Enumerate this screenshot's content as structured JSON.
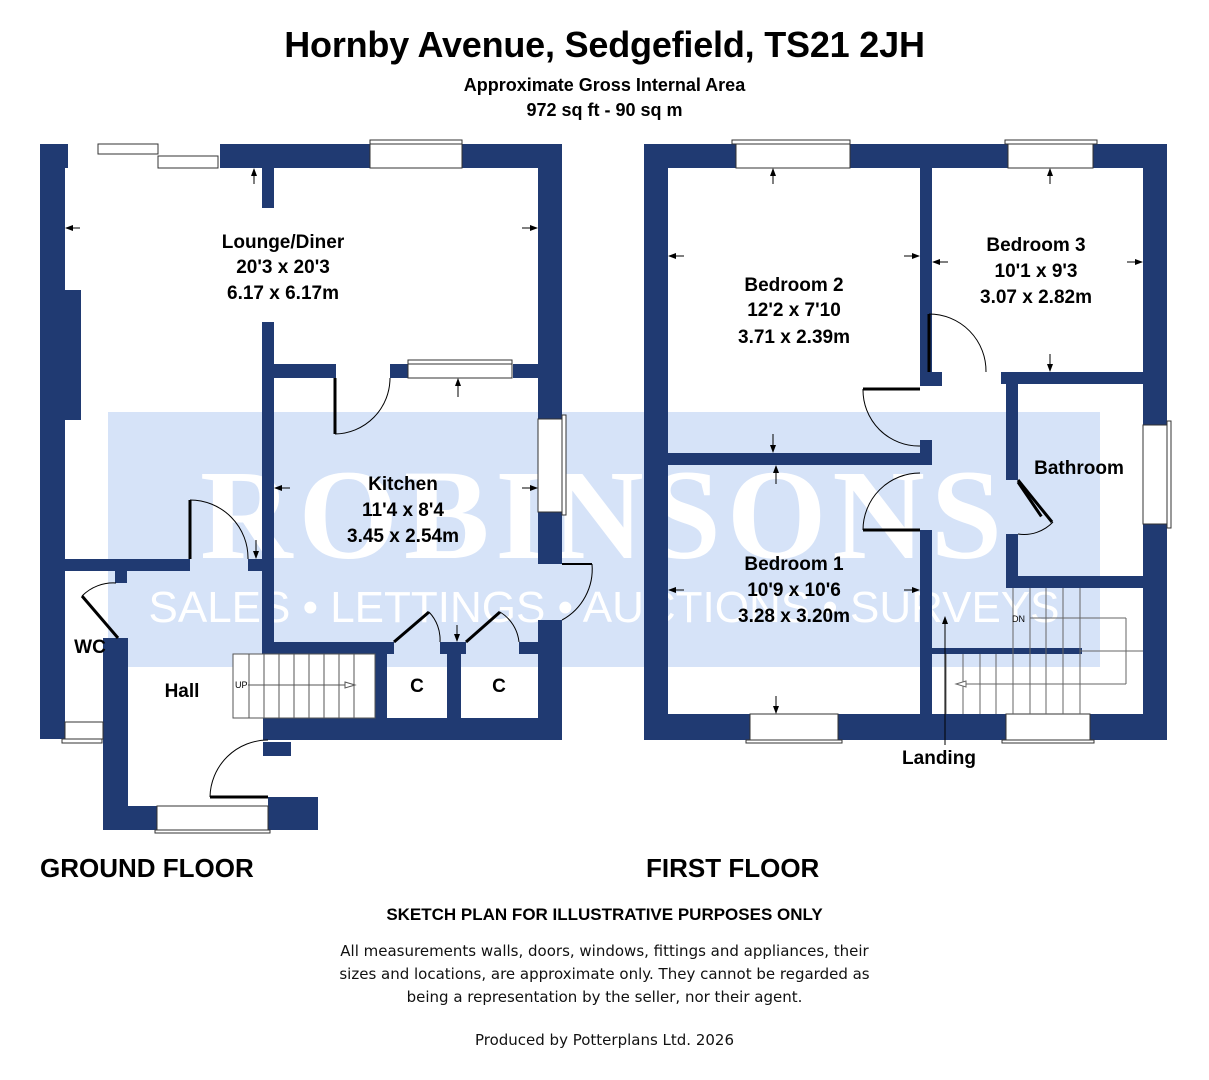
{
  "header": {
    "title": "Hornby Avenue, Sedgefield, TS21 2JH",
    "area_label": "Approximate Gross Internal Area",
    "area_value": "972 sq ft - 90 sq m"
  },
  "colors": {
    "wall": "#203a72",
    "watermark_band": "#d6e3f8",
    "watermark_text": "#ffffff",
    "background": "#ffffff"
  },
  "watermark": {
    "brand": "ROBINSONS",
    "tagline": "SALES • LETTINGS • AUCTIONS • SURVEYS"
  },
  "ground_floor": {
    "label": "GROUND FLOOR",
    "rooms": [
      {
        "name": "Lounge/Diner",
        "imperial": "20'3 x 20'3",
        "metric": "6.17 x 6.17m"
      },
      {
        "name": "Kitchen",
        "imperial": "11'4 x 8'4",
        "metric": "3.45 x 2.54m"
      },
      {
        "name": "WC"
      },
      {
        "name": "Hall"
      },
      {
        "name": "C"
      },
      {
        "name": "C"
      }
    ],
    "stairs_label": "UP"
  },
  "first_floor": {
    "label": "FIRST FLOOR",
    "rooms": [
      {
        "name": "Bedroom 2",
        "imperial": "12'2 x 7'10",
        "metric": "3.71 x 2.39m"
      },
      {
        "name": "Bedroom 3",
        "imperial": "10'1 x 9'3",
        "metric": "3.07 x 2.82m"
      },
      {
        "name": "Bathroom"
      },
      {
        "name": "Bedroom 1",
        "imperial": "10'9 x 10'6",
        "metric": "3.28 x 3.20m"
      },
      {
        "name": "Landing"
      }
    ],
    "stairs_label": "DN"
  },
  "footer": {
    "disclaimer_heading": "SKETCH PLAN FOR ILLUSTRATIVE PURPOSES ONLY",
    "disclaimer_line1": "All measurements walls, doors, windows, fittings and appliances, their",
    "disclaimer_line2": "sizes and locations, are approximate only. They cannot be regarded as",
    "disclaimer_line3": "being a representation by the seller, nor their agent.",
    "credit": "Produced by Potterplans Ltd. 2026"
  }
}
